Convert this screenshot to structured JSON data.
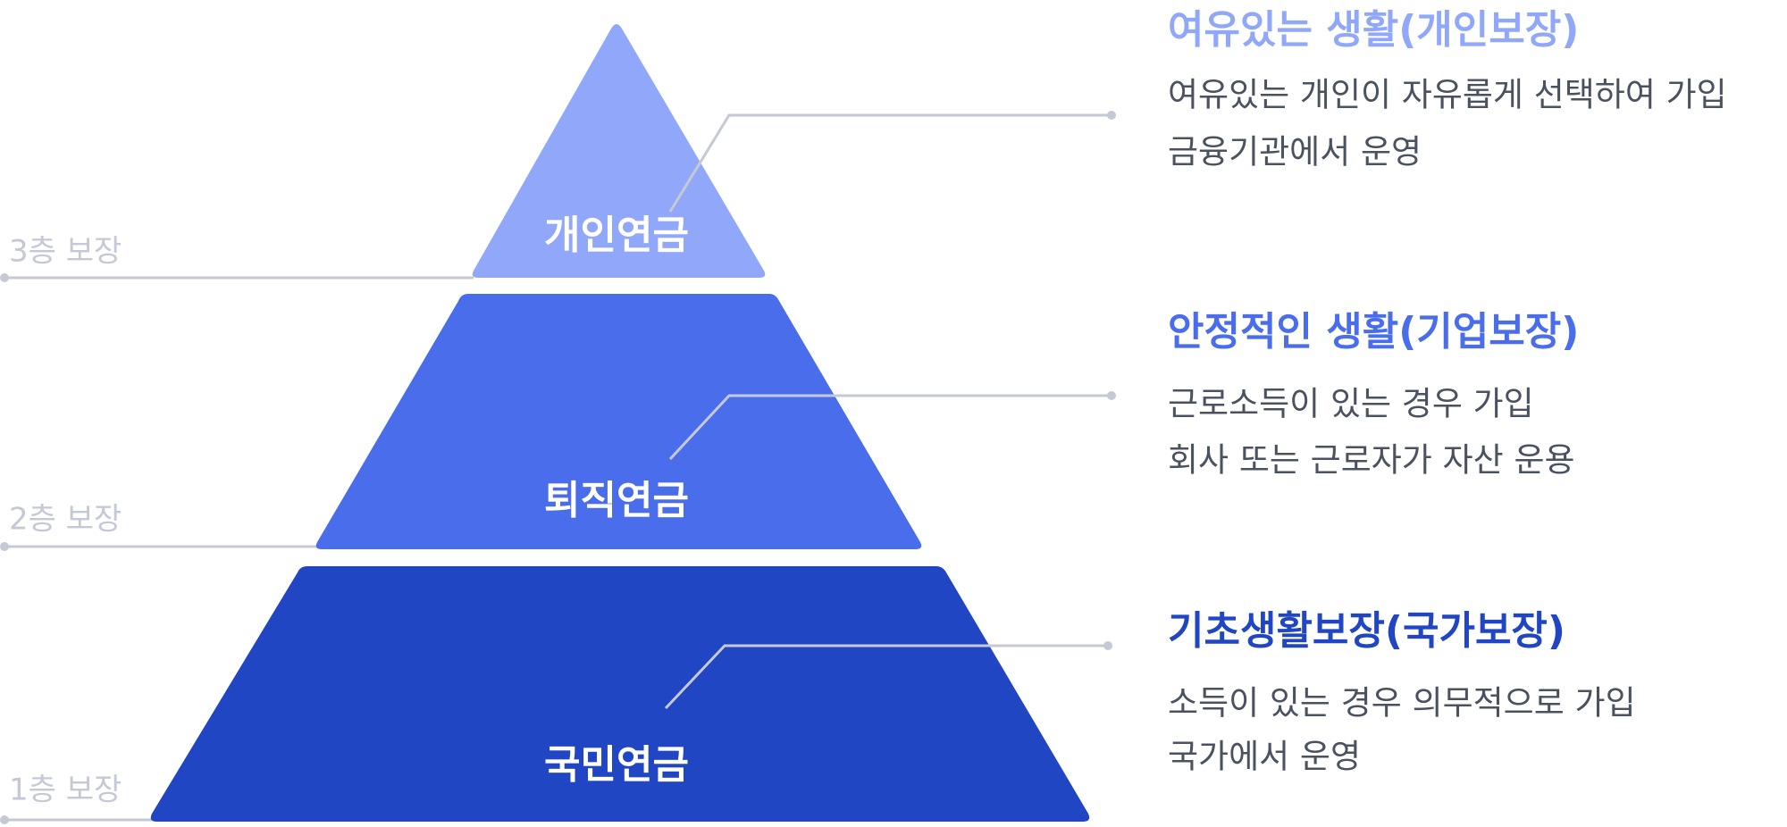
{
  "colors": {
    "tier3": "#91a8fa",
    "tier2": "#4a6eeb",
    "tier1": "#2046c4",
    "body_text": "#4a5260",
    "guide_line": "#c5c9d4"
  },
  "levels": [
    {
      "label": "3층 보장"
    },
    {
      "label": "2층 보장"
    },
    {
      "label": "1층 보장"
    }
  ],
  "tiers": [
    {
      "name": "개인연금",
      "heading": "여유있는 생활(개인보장)",
      "lines": [
        "여유있는 개인이 자유롭게 선택하여 가입",
        "금융기관에서 운영"
      ]
    },
    {
      "name": "퇴직연금",
      "heading": "안정적인 생활(기업보장)",
      "lines": [
        "근로소득이 있는 경우 가입",
        "회사 또는 근로자가 자산 운용"
      ]
    },
    {
      "name": "국민연금",
      "heading": "기초생활보장(국가보장)",
      "lines": [
        "소득이 있는 경우 의무적으로 가입",
        "국가에서 운영"
      ]
    }
  ]
}
